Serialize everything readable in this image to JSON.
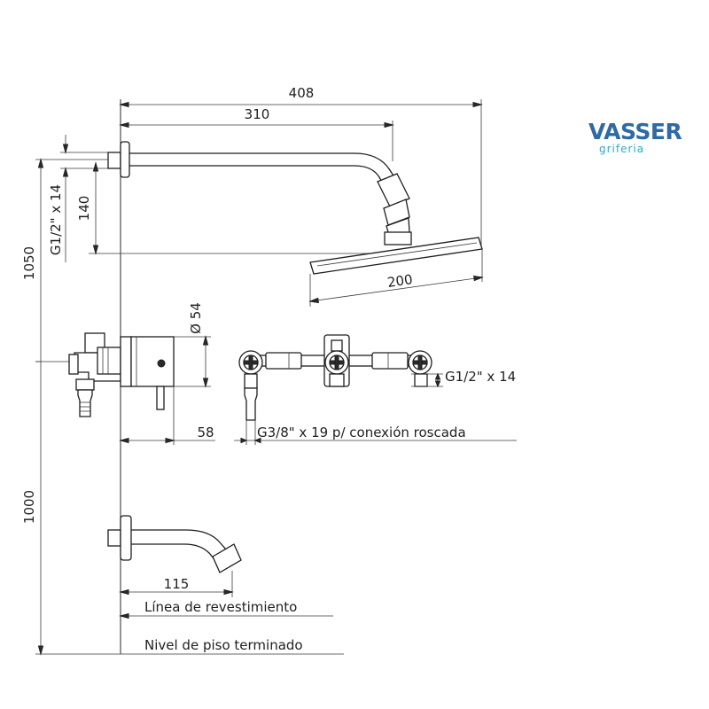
{
  "brand": {
    "name": "VASSER",
    "tagline": "griferia",
    "name_color": "#2f6aa3",
    "tagline_color": "#2ea9c9"
  },
  "dimensions": {
    "overall_width": "408",
    "arm_length": "310",
    "connection_top": "G1/2\" x 14",
    "arm_drop": "140",
    "total_height": "1050",
    "showerhead_width": "200",
    "handle_diameter": "Ø 54",
    "connection_right": "G1/2\" x 14",
    "valve_depth": "58",
    "connection_bottom": "G3/8\" x 19 p/ conexión roscada",
    "floor_height": "1000",
    "spout_length": "115"
  },
  "labels": {
    "wall_line": "Línea de revestimiento",
    "floor_line": "Nivel de piso terminado"
  }
}
